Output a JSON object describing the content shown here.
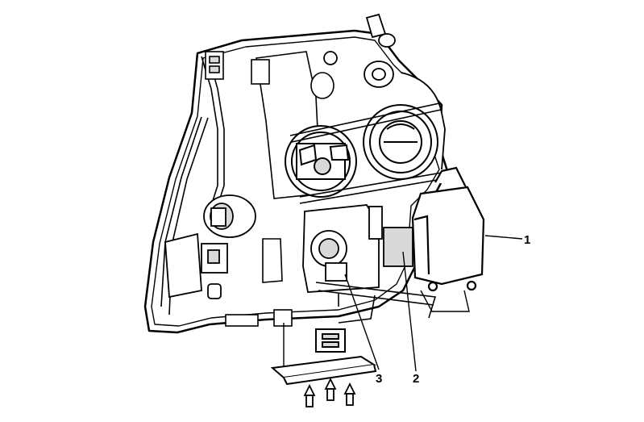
{
  "figure": {
    "callouts": [
      {
        "id": "1",
        "label": "1"
      },
      {
        "id": "2",
        "label": "2"
      },
      {
        "id": "3",
        "label": "3"
      }
    ],
    "colors": {
      "line": "#000000",
      "fill": "#ffffff",
      "shade": "#d9d9d9"
    }
  }
}
